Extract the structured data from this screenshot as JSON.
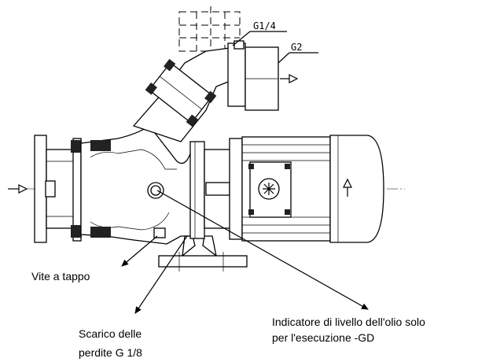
{
  "thread_labels": {
    "g14": "G1/4",
    "g2": "G2"
  },
  "callouts": {
    "vite": "Vite a tappo",
    "scarico_1": "Scarico delle",
    "scarico_2": "perdite G 1/8",
    "indicatore_1": "Indicatore di livello dell'olio solo",
    "indicatore_2": "per l'esecuzione -GD"
  },
  "colors": {
    "line": "#000000",
    "background": "#ffffff"
  },
  "icons": {
    "inlet": "flow-arrow-right-icon",
    "outlet": "flow-arrow-right-icon",
    "motor": "rotation-arrow-up-icon"
  }
}
